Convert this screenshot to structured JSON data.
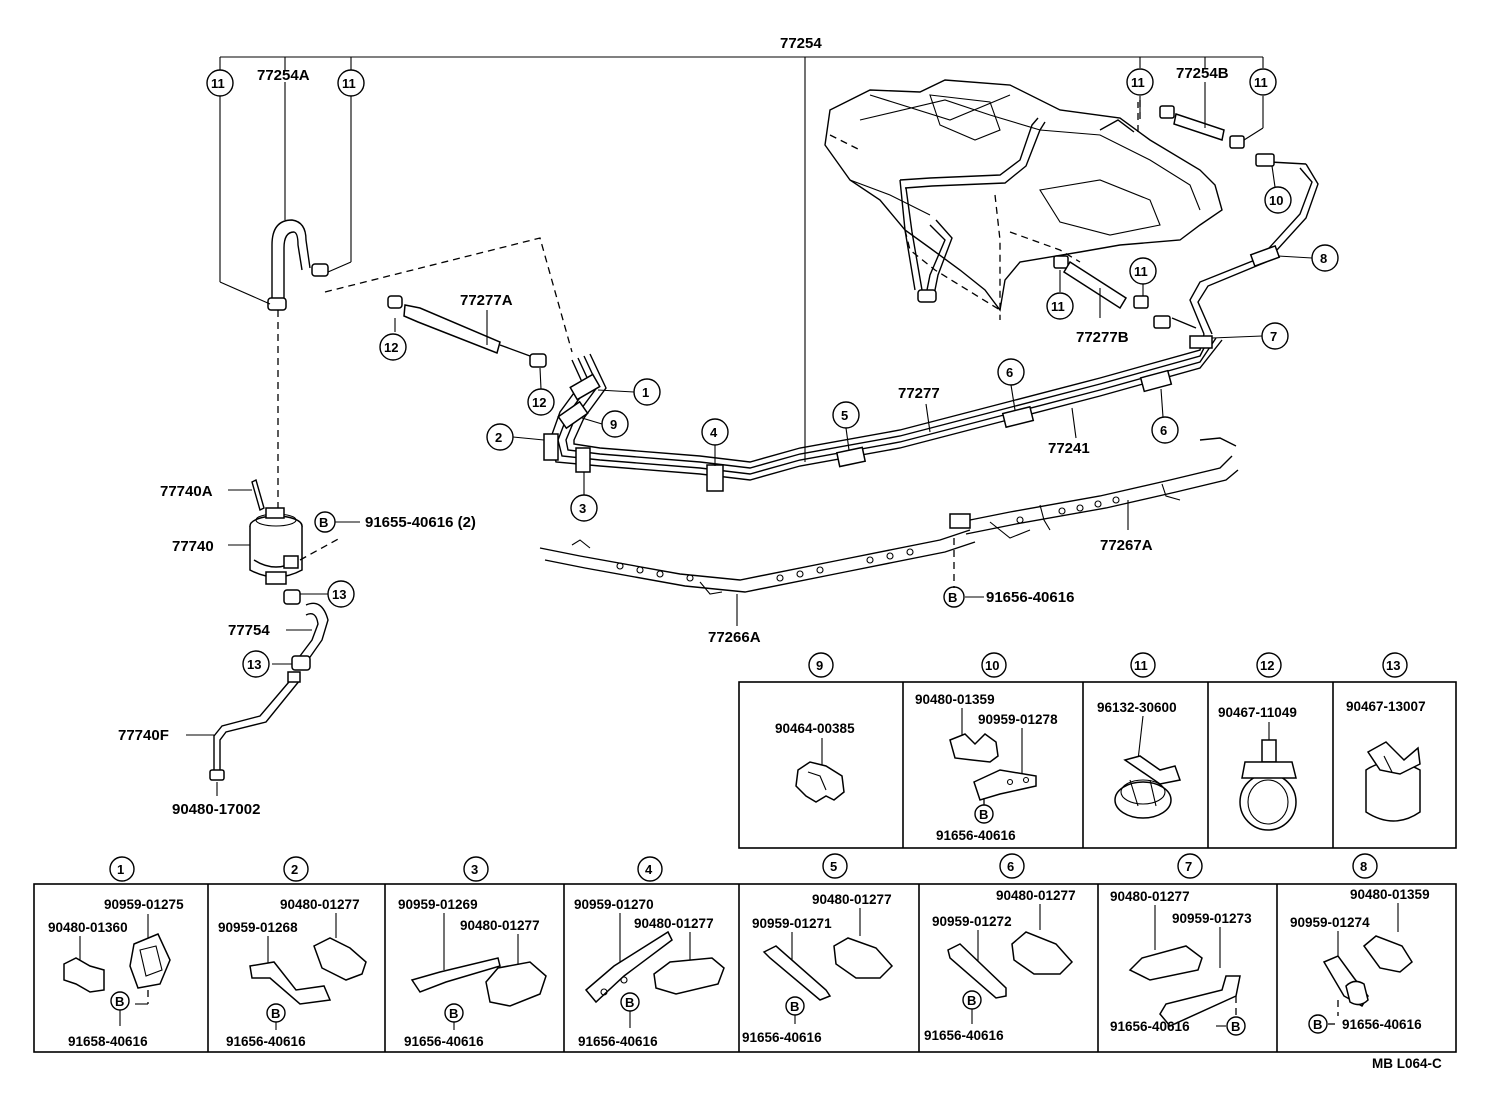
{
  "labels": {
    "l77254": "77254",
    "l77254A": "77254A",
    "l77254B": "77254B",
    "l77277A": "77277A",
    "l77277B": "77277B",
    "l77277": "77277",
    "l77241": "77241",
    "l77267A": "77267A",
    "l77266A": "77266A",
    "l77740A": "77740A",
    "l77740": "77740",
    "l77754": "77754",
    "l77740F": "77740F",
    "l91655": "91655-40616 (2)",
    "l91656main": "91656-40616",
    "l90480_17002": "90480-17002",
    "code": "MB L064-C"
  },
  "callouts": [
    "1",
    "2",
    "3",
    "4",
    "5",
    "6",
    "7",
    "8",
    "9",
    "10",
    "11",
    "12",
    "13"
  ],
  "bolt_letter": "B",
  "detail_top": [
    {
      "n": "9",
      "parts": [
        "90464-00385"
      ]
    },
    {
      "n": "10",
      "parts": [
        "90480-01359",
        "90959-01278",
        "91656-40616"
      ]
    },
    {
      "n": "11",
      "parts": [
        "96132-30600"
      ]
    },
    {
      "n": "12",
      "parts": [
        "90467-11049"
      ]
    },
    {
      "n": "13",
      "parts": [
        "90467-13007"
      ]
    }
  ],
  "detail_bottom": [
    {
      "n": "1",
      "parts": [
        "90959-01275",
        "90480-01360",
        "91658-40616"
      ]
    },
    {
      "n": "2",
      "parts": [
        "90480-01277",
        "90959-01268",
        "91656-40616"
      ]
    },
    {
      "n": "3",
      "parts": [
        "90959-01269",
        "90480-01277",
        "91656-40616"
      ]
    },
    {
      "n": "4",
      "parts": [
        "90959-01270",
        "90480-01277",
        "91656-40616"
      ]
    },
    {
      "n": "5",
      "parts": [
        "90480-01277",
        "90959-01271",
        "91656-40616"
      ]
    },
    {
      "n": "6",
      "parts": [
        "90480-01277",
        "90959-01272",
        "91656-40616"
      ]
    },
    {
      "n": "7",
      "parts": [
        "90480-01277",
        "90959-01273",
        "91656-40616"
      ]
    },
    {
      "n": "8",
      "parts": [
        "90480-01359",
        "90959-01274",
        "91656-40616"
      ]
    }
  ]
}
